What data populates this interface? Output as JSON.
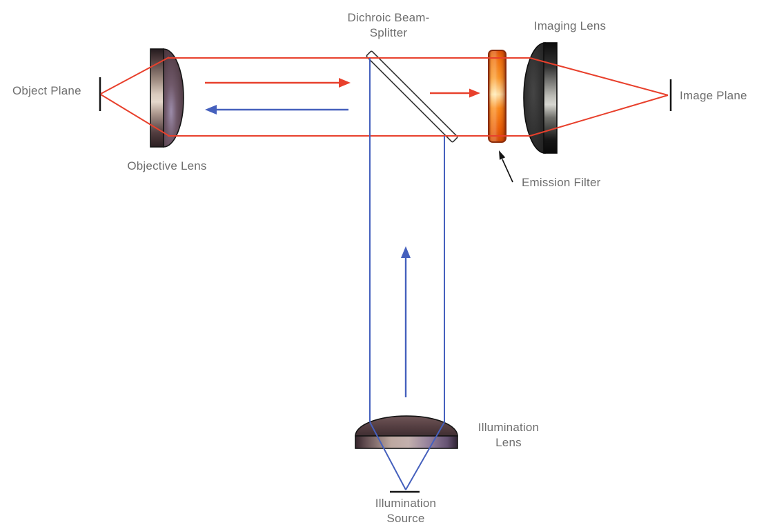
{
  "labels": {
    "object_plane": "Object Plane",
    "objective_lens": "Objective Lens",
    "dichroic_beamsplitter_line1": "Dichroic Beam-",
    "dichroic_beamsplitter_line2": "Splitter",
    "imaging_lens": "Imaging Lens",
    "image_plane": "Image Plane",
    "emission_filter": "Emission Filter",
    "illumination_lens_line1": "Illumination",
    "illumination_lens_line2": "Lens",
    "illumination_source_line1": "Illumination",
    "illumination_source_line2": "Source"
  },
  "colors": {
    "emission_ray_red": "#e8402c",
    "excitation_ray_blue": "#4560bd",
    "pointer_black": "#141414",
    "label_gray": "#6e6e6e",
    "filter_orange": "#f07119",
    "splitter_fill": "#ffffff",
    "splitter_outline": "#2f2f2f"
  }
}
